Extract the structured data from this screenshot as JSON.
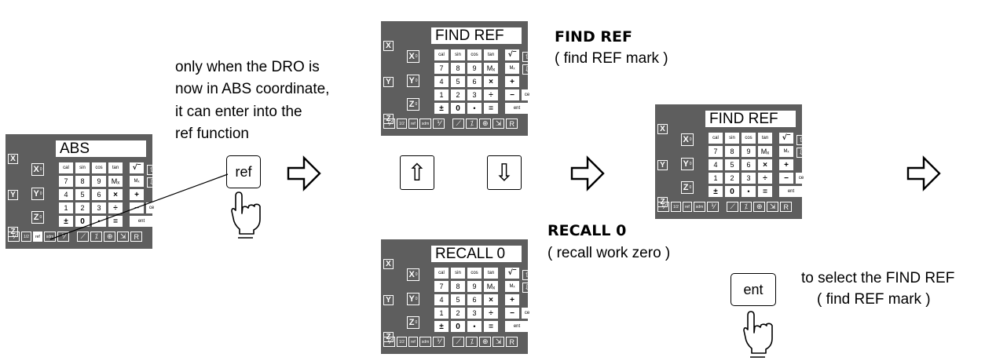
{
  "panels": [
    {
      "id": "abs",
      "display": "ABS"
    },
    {
      "id": "find1",
      "display": "FIND REF"
    },
    {
      "id": "recall",
      "display": "RECALL 0"
    },
    {
      "id": "find2",
      "display": "FIND REF"
    }
  ],
  "axes": [
    "X",
    "Y",
    "Z"
  ],
  "keypad": {
    "row1": [
      "cal",
      "sin",
      "cos",
      "tan",
      "√‾"
    ],
    "row2": [
      "7",
      "8",
      "9",
      "Mₓ",
      "Mₓ"
    ],
    "row3": [
      "4",
      "5",
      "6",
      "×",
      "+"
    ],
    "row4": [
      "1",
      "2",
      "3",
      "÷",
      "−",
      "ce"
    ],
    "row5": [
      "±",
      "0",
      "•",
      "=",
      "ent"
    ],
    "bottom": [
      "1/2",
      "ref",
      "sdm"
    ],
    "last": "R"
  },
  "notes": {
    "abs_line1": "only when the DRO is",
    "abs_line2": "now in ABS coordinate,",
    "abs_line3": "it can enter into the",
    "abs_line4": "ref function",
    "find_title": "FIND REF",
    "find_sub": "( find REF mark )",
    "recall_title": "RECALL 0",
    "recall_sub": "( recall work zero )",
    "select_line1": "to select the FIND REF",
    "select_line2": "( find  REF  mark )"
  },
  "buttons": {
    "ref": "ref",
    "ent": "ent",
    "up": "⇧",
    "down": "⇩"
  }
}
